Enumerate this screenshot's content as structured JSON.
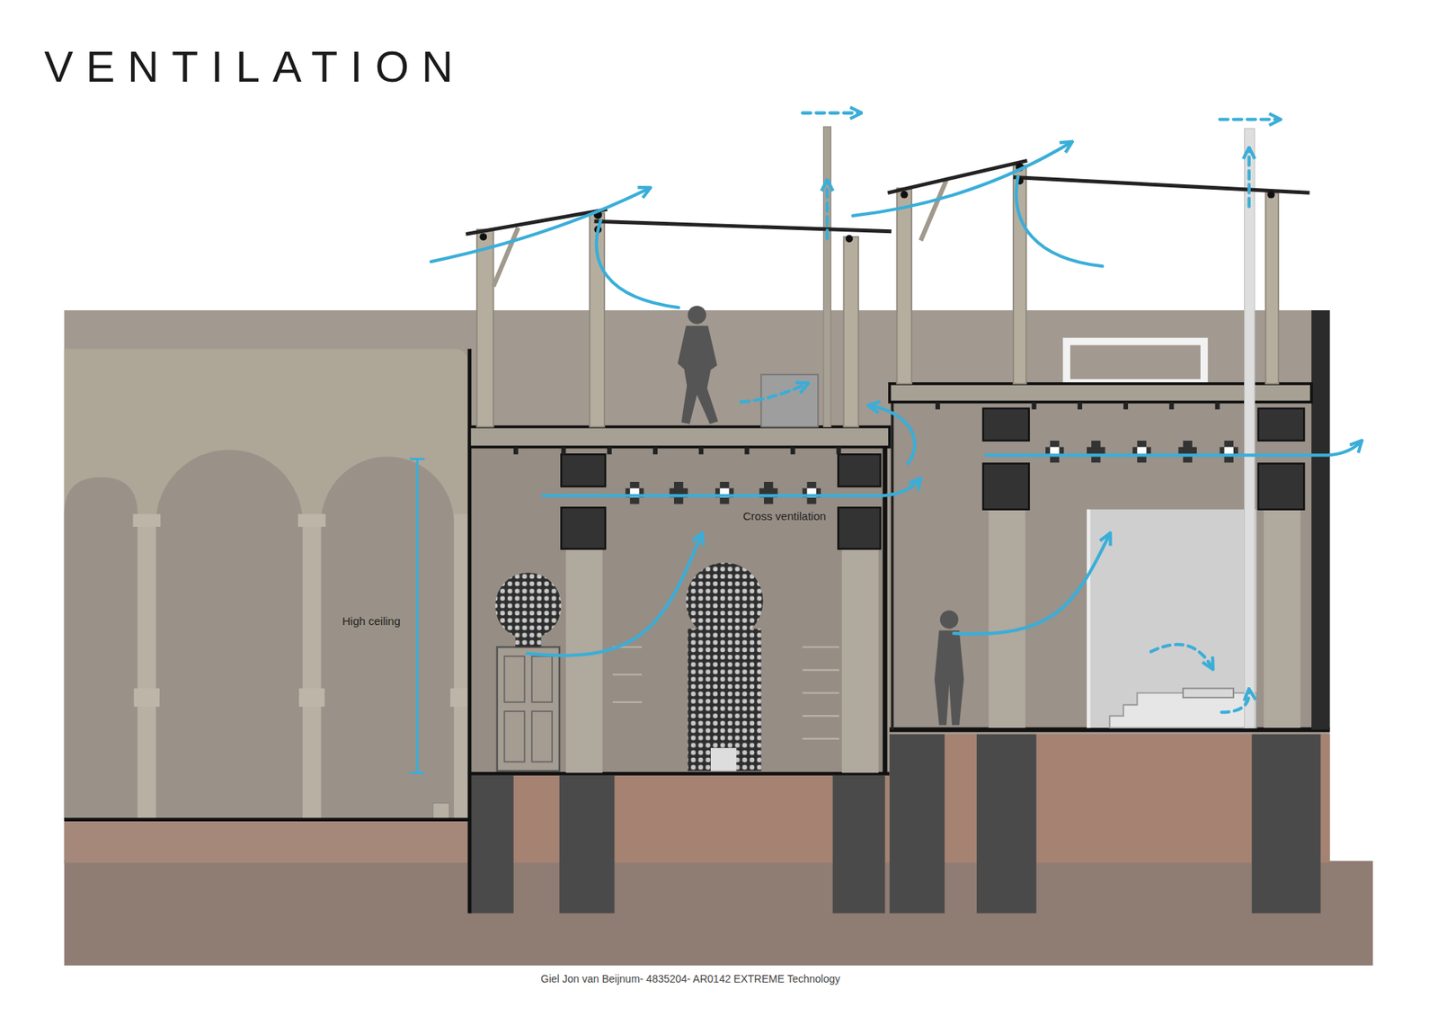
{
  "diagram": {
    "title": "VENTILATION",
    "caption": "Giel Jon van Beijnum- 4835204- AR0142 EXTREME Technology",
    "labels": [
      "High ceiling",
      "Cross ventilation"
    ]
  }
}
